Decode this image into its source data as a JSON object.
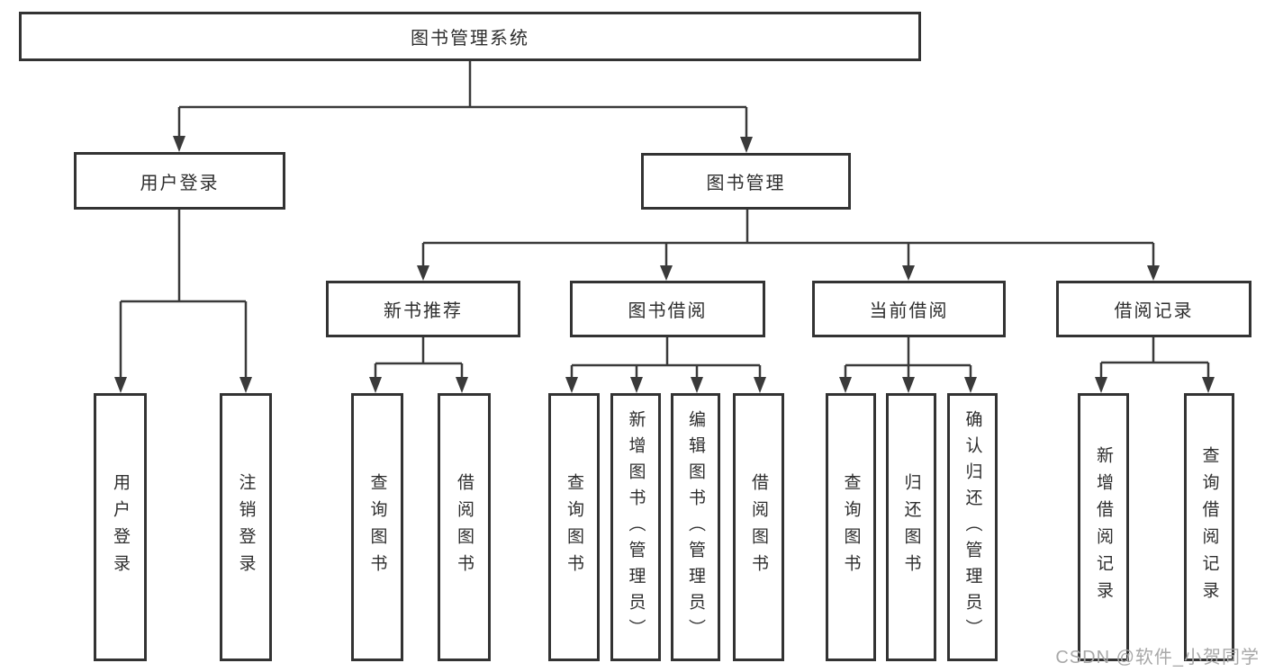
{
  "diagram": {
    "type": "hierarchy-diagram",
    "colors": {
      "line": "#3a3a3a",
      "box_border": "#333333",
      "box_fill": "#ffffff",
      "text": "#2e2e2e",
      "watermark": "#a8a8a8",
      "background": "#ffffff"
    },
    "nodes": {
      "root": "图书管理系统",
      "user_login": "用户登录",
      "book_management": "图书管理",
      "new_book_recommend": "新书推荐",
      "book_borrowing": "图书借阅",
      "current_borrowing": "当前借阅",
      "borrowing_records": "借阅记录",
      "user_login_children": [
        "用户登录",
        "注销登录"
      ],
      "new_book_recommend_children": [
        "查询图书",
        "借阅图书"
      ],
      "book_borrowing_children": [
        "查询图书",
        "新增图书（管理员）",
        "编辑图书（管理员）",
        "借阅图书"
      ],
      "current_borrowing_children": [
        "查询图书",
        "归还图书",
        "确认归还（管理员）"
      ],
      "borrowing_records_children": [
        "新增借阅记录",
        "查询借阅记录"
      ]
    },
    "watermark": "CSDN @软件_小贺同学"
  }
}
